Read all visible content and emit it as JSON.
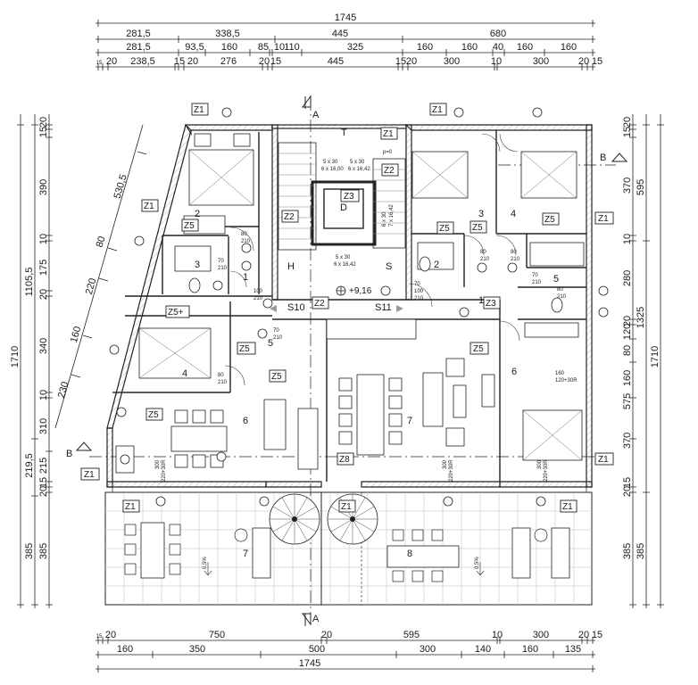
{
  "dimensions": {
    "top_total": "1745",
    "top_row1": [
      "281,5",
      "338,5",
      "445",
      "680"
    ],
    "top_row2": [
      "281,5",
      "93,5",
      "160",
      "85",
      "10",
      "110",
      "325",
      "160",
      "160",
      "40",
      "160",
      "160"
    ],
    "top_row3": [
      "15",
      "20",
      "238,5",
      "15",
      "20",
      "276",
      "20",
      "15",
      "445",
      "15",
      "20",
      "300",
      "10",
      "300",
      "20",
      "15"
    ],
    "bottom_row1": [
      "15",
      "20",
      "750",
      "20",
      "595",
      "10",
      "300",
      "20",
      "15"
    ],
    "bottom_row2": [
      "160",
      "350",
      "500",
      "300",
      "140",
      "160",
      "135"
    ],
    "bottom_total": "1745",
    "left_total": "1710",
    "left_outer": [
      "1105,5",
      "219,5",
      "385"
    ],
    "left_inner": [
      "20",
      "15",
      "390",
      "10",
      "175",
      "20",
      "340",
      "10",
      "310",
      "215",
      "15",
      "20",
      "385"
    ],
    "right_total": "1710",
    "right_outer": [
      "595",
      "1325",
      "385"
    ],
    "right_inner": [
      "20",
      "15",
      "370",
      "10",
      "280",
      "20",
      "120",
      "80",
      "160",
      "575",
      "370",
      "15",
      "20",
      "385"
    ],
    "diagonal": [
      "530,5",
      "80",
      "220",
      "160",
      "230"
    ]
  },
  "sections": {
    "a": "A",
    "b": "B"
  },
  "rooms": {
    "r1_left": "1",
    "r2_left": "2",
    "r3_left": "3",
    "r4_left": "4",
    "r5_left": "5",
    "r6_left": "6",
    "r7_left": "7",
    "r1_right": "1",
    "r2_right": "2",
    "r3_right": "3",
    "r4_right": "4",
    "r5_right": "5",
    "r6_right": "6",
    "r7_right": "7",
    "r8_right": "8",
    "hall": "H",
    "stair": "S",
    "terrace_t": "T",
    "elevator": "D"
  },
  "labels": {
    "z1": "Z1",
    "z2": "Z2",
    "z3": "Z3",
    "z5": "Z5",
    "z5_plus": "Z5+",
    "z8": "Z8",
    "s10": "S10",
    "s11": "S11",
    "level": "+9,16",
    "stair_note1": "5 x 30",
    "stair_note2": "6 x 16,00",
    "stair_note3": "5 x 30",
    "stair_note4": "6 x 16,42",
    "stair_note5": "6 x 30",
    "stair_note6": "7 x 16,42",
    "stair_note7": "5 x 30",
    "stair_note8": "6 x 16,42",
    "door_70": "70",
    "door_80": "80",
    "door_100": "100",
    "door_160": "160",
    "door_210": "210",
    "win_300": "300",
    "win_220": "220+30R",
    "win_160_120": "120+30R",
    "slope": "0,5%",
    "p0": "p=0"
  }
}
